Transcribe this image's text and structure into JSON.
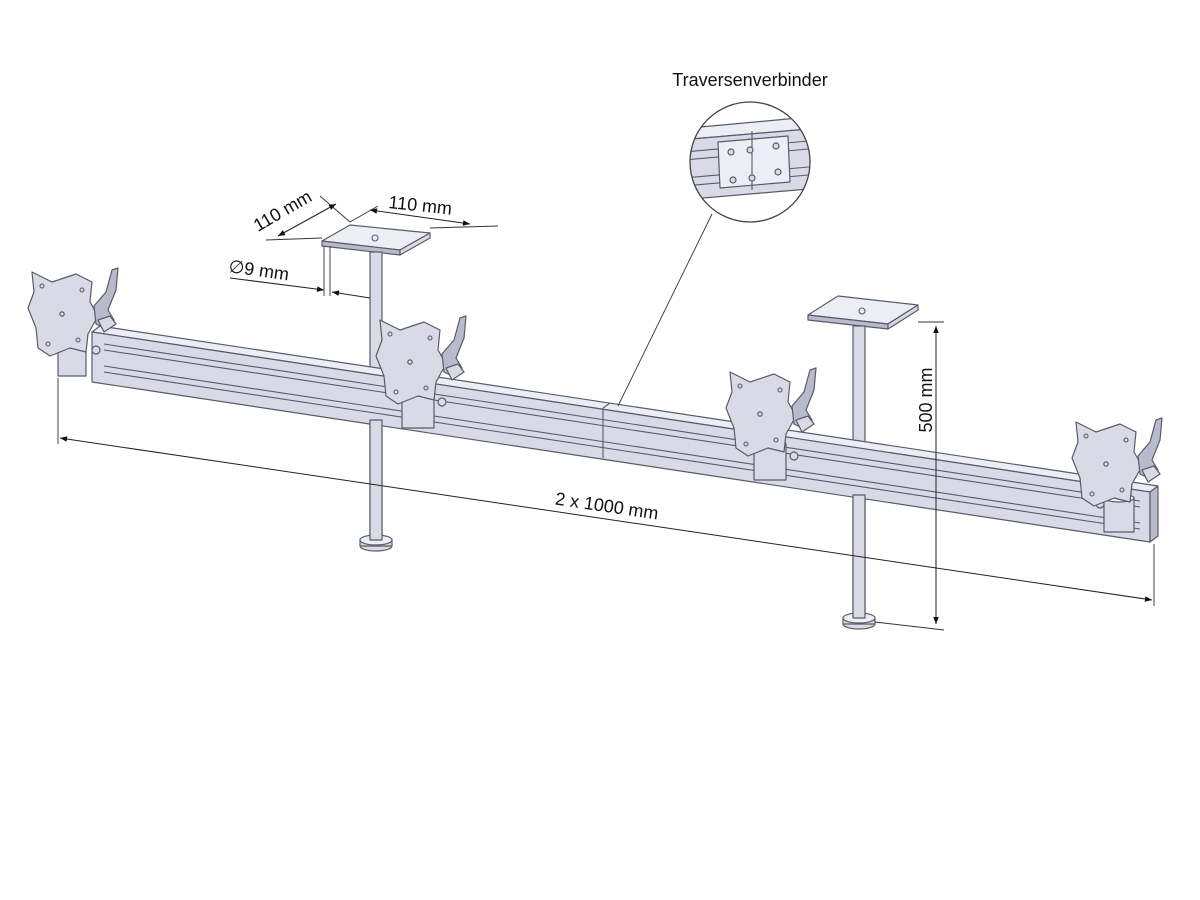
{
  "labels": {
    "callout": "Traversenverbinder",
    "plate_width": "110 mm",
    "plate_depth": "110 mm",
    "hole_diameter": "∅9 mm",
    "height": "500 mm",
    "length": "2 x 1000 mm"
  },
  "colors": {
    "metal": "#d9dae6",
    "outline": "#5a5b68",
    "dimension": "#222222",
    "background": "#ffffff"
  },
  "components": {
    "vesa_mounts": 4,
    "ceiling_poles": 2
  }
}
